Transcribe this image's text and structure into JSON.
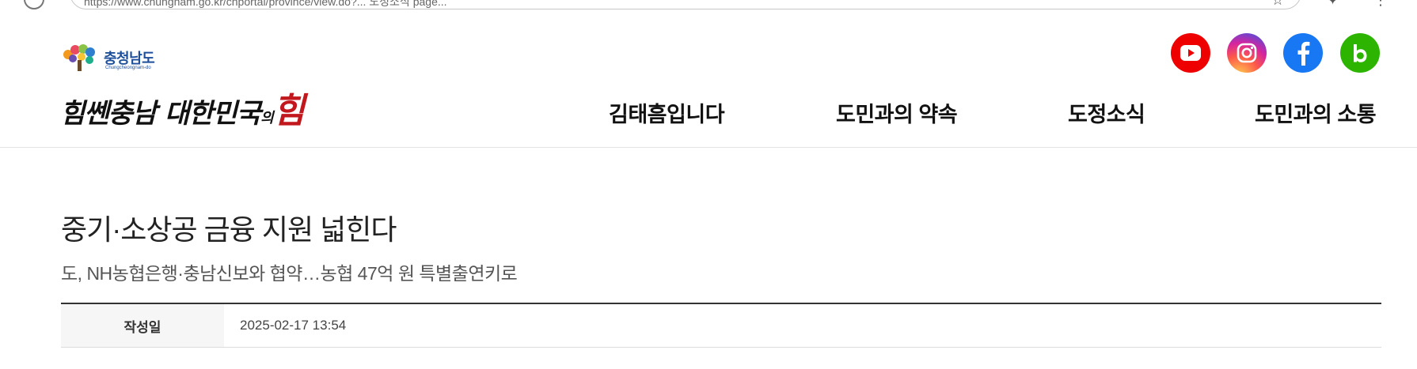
{
  "browser": {
    "url": "https://www.chungnam.go.kr/cnportal/province/view.do?... 도정소식 page..."
  },
  "header": {
    "logo": {
      "name": "충청남도",
      "roman": "Chungcheongnam-do"
    },
    "slogan": {
      "main": "힘쎈충남 대한민국",
      "small": "의",
      "power": "힘"
    },
    "social": [
      {
        "name": "YouTube",
        "icon": "youtube-icon",
        "color": "#ef0000"
      },
      {
        "name": "Instagram",
        "icon": "instagram-icon",
        "color": "#d6249f"
      },
      {
        "name": "Facebook",
        "icon": "facebook-icon",
        "color": "#1877f2"
      },
      {
        "name": "Blog",
        "icon": "blog-icon",
        "color": "#2db400"
      }
    ],
    "nav": [
      {
        "label": "김태흠입니다"
      },
      {
        "label": "도민과의 약속"
      },
      {
        "label": "도정소식"
      },
      {
        "label": "도민과의 소통"
      }
    ]
  },
  "article": {
    "title": "중기·소상공 금융 지원 넓힌다",
    "subtitle": "도, NH농협은행·충남신보와 협약…농협 47억 원 특별출연키로",
    "meta": {
      "date_label": "작성일",
      "date_value": "2025-02-17 13:54"
    }
  }
}
